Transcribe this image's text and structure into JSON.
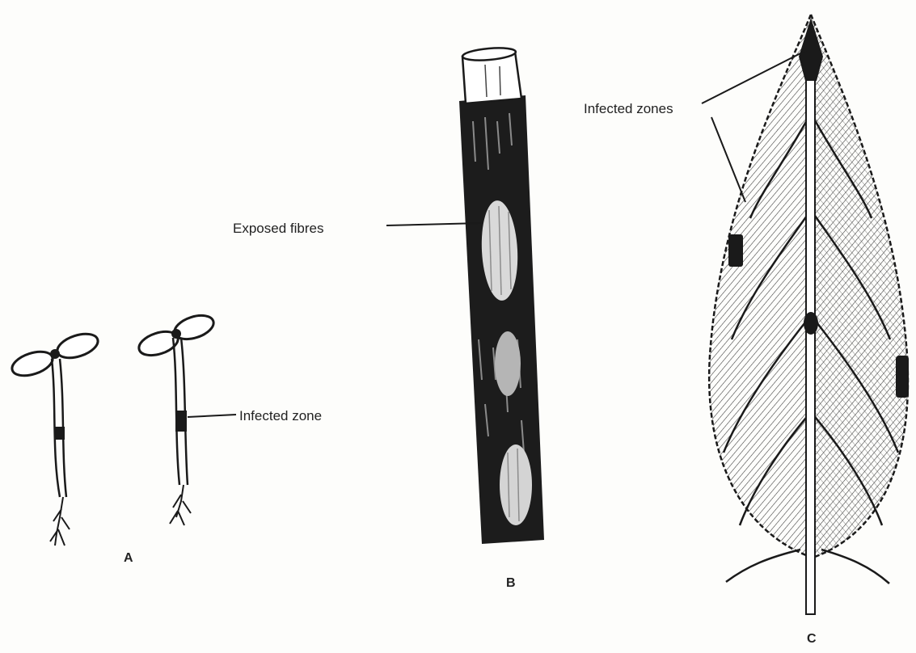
{
  "figure": {
    "parts": [
      {
        "id": "A",
        "label": "A",
        "subject": "seedlings",
        "annotation": "Infected zone"
      },
      {
        "id": "B",
        "label": "B",
        "subject": "stem",
        "annotation": "Exposed fibres"
      },
      {
        "id": "C",
        "label": "C",
        "subject": "leaf",
        "annotation": "Infected zones"
      }
    ]
  },
  "colors": {
    "ink": "#1a1a1a",
    "stem_dark": "#1c1c1c",
    "lesion_light": "#d9d9d9",
    "background": "#fdfdfb"
  }
}
